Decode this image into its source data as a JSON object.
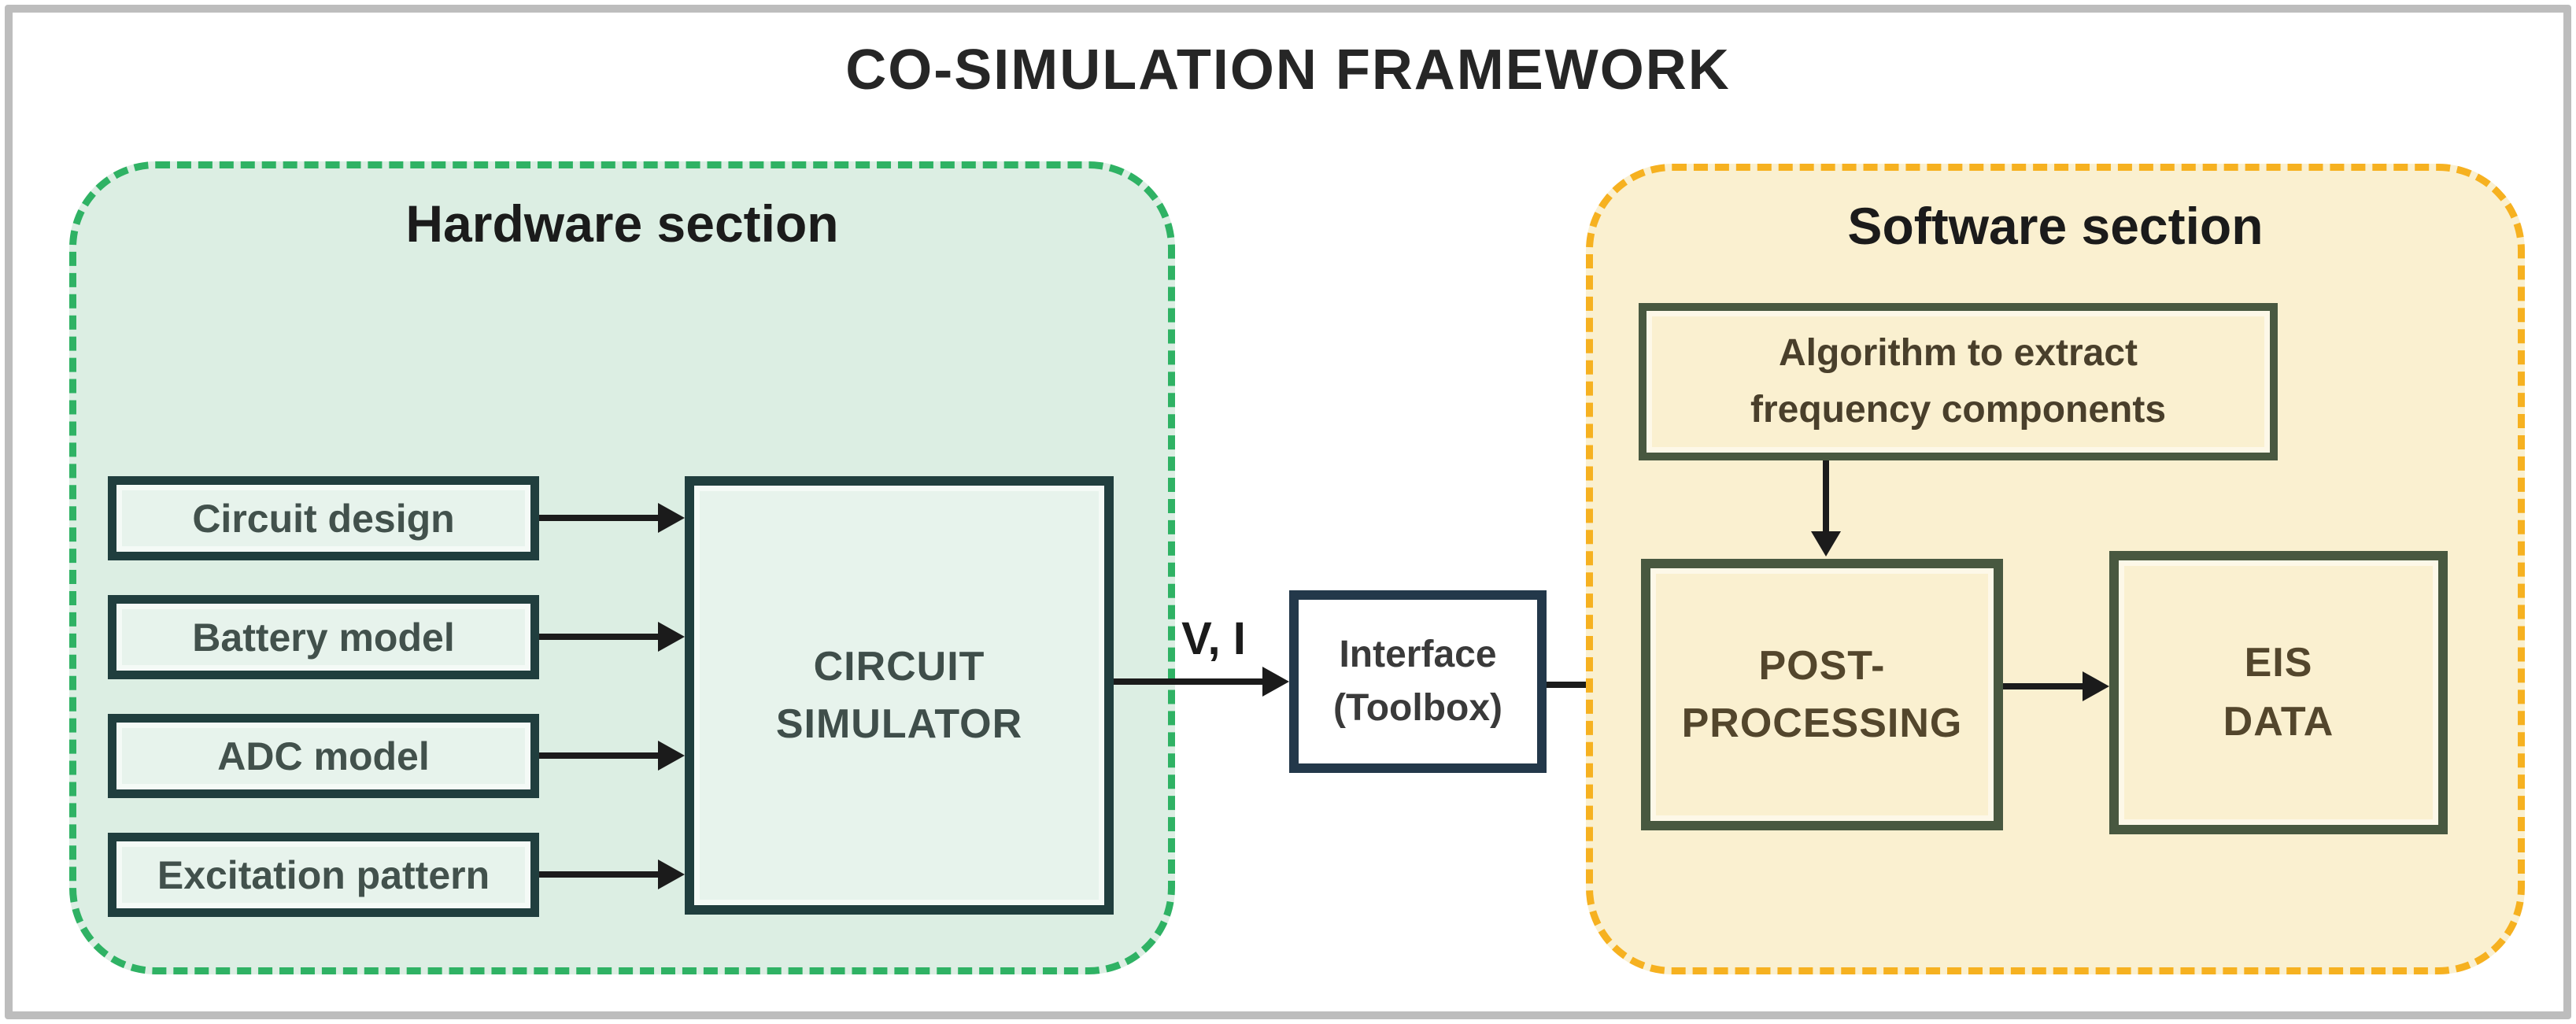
{
  "title": "CO-SIMULATION FRAMEWORK",
  "hardware": {
    "label": "Hardware section",
    "inputs": [
      "Circuit design",
      "Battery model",
      "ADC model",
      "Excitation pattern"
    ],
    "simulator_line1": "CIRCUIT",
    "simulator_line2": "SIMULATOR"
  },
  "connection": {
    "signal_label": "V, I",
    "interface_line1": "Interface",
    "interface_line2": "(Toolbox)"
  },
  "software": {
    "label": "Software section",
    "algorithm_line1": "Algorithm to extract",
    "algorithm_line2": "frequency components",
    "post_processing_line1": "POST-",
    "post_processing_line2": "PROCESSING",
    "eis_line1": "EIS",
    "eis_line2": "DATA"
  },
  "colors": {
    "hardware_fill": "#dceee3",
    "hardware_dash": "#2fb264",
    "hardware_box_border": "#203e3e",
    "hardware_box_fill": "#e7f3ec",
    "software_fill": "#faf0d0",
    "software_dash": "#f6b120",
    "software_box_border": "#485840",
    "interface_border": "#23384a",
    "arrow": "#1b1b1b",
    "frame": "#bdbdbd"
  }
}
